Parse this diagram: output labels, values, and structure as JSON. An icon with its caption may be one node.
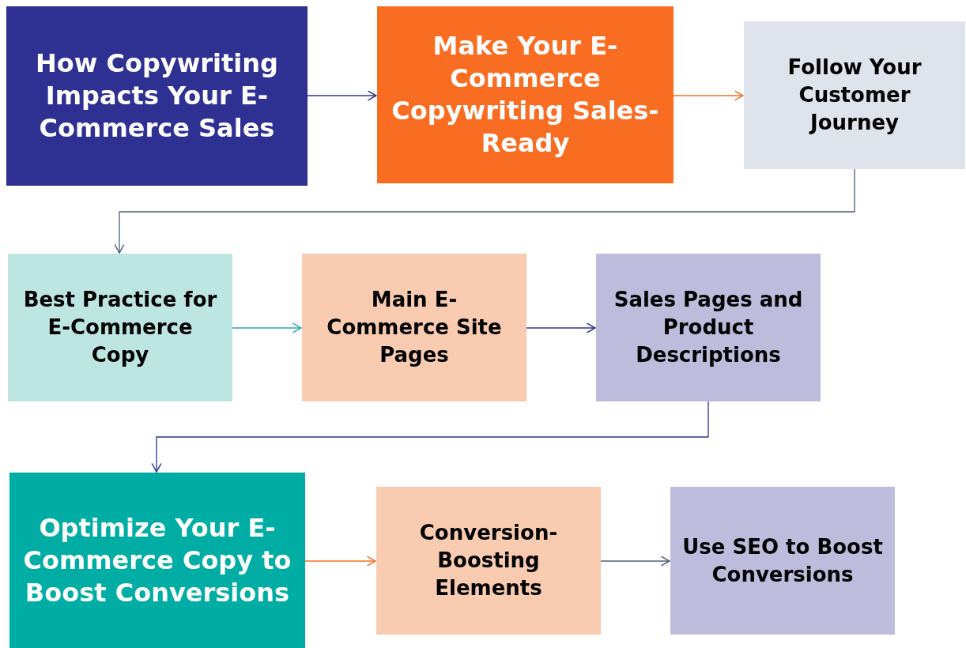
{
  "diagram": {
    "nodes": [
      {
        "text": [
          "How Copywriting Impacts Your E-Commerce Sales"
        ]
      },
      {
        "text": [
          "Make Your E-Commerce Copywriting Sales-Ready"
        ]
      },
      {
        "text": [
          "Follow Your Customer Journey"
        ]
      },
      {
        "text": [
          "Best Practice for E-Commerce Copy"
        ]
      },
      {
        "text": [
          "Main E-Commerce Site Pages"
        ]
      },
      {
        "text": [
          "Sales Pages and Product Descriptions"
        ]
      },
      {
        "text": [
          "Optimize Your E-Commerce Copy to Boost Conversions"
        ]
      },
      {
        "text": [
          "Conversion-Boosting Elements"
        ]
      },
      {
        "text": [
          "Use SEO to Boost Conversions"
        ]
      }
    ],
    "edges": [
      {
        "from": 0,
        "to": 1,
        "arrow": "to"
      },
      {
        "from": 1,
        "to": 2,
        "arrow": "to",
        "color": "#f26f21"
      },
      {
        "from": 2,
        "to": 3,
        "arrow": "to",
        "color": "#4f5f73"
      },
      {
        "from": 3,
        "to": 4,
        "arrow": "to",
        "color": "#2fa9a2"
      },
      {
        "from": 4,
        "to": 5,
        "arrow": "to"
      },
      {
        "from": 5,
        "to": 6,
        "arrow": "to"
      },
      {
        "from": 6,
        "to": 7,
        "arrow": "to",
        "color": "#f26f21"
      },
      {
        "from": 7,
        "to": 8,
        "arrow": "to",
        "color": "#4f5f73"
      }
    ]
  }
}
